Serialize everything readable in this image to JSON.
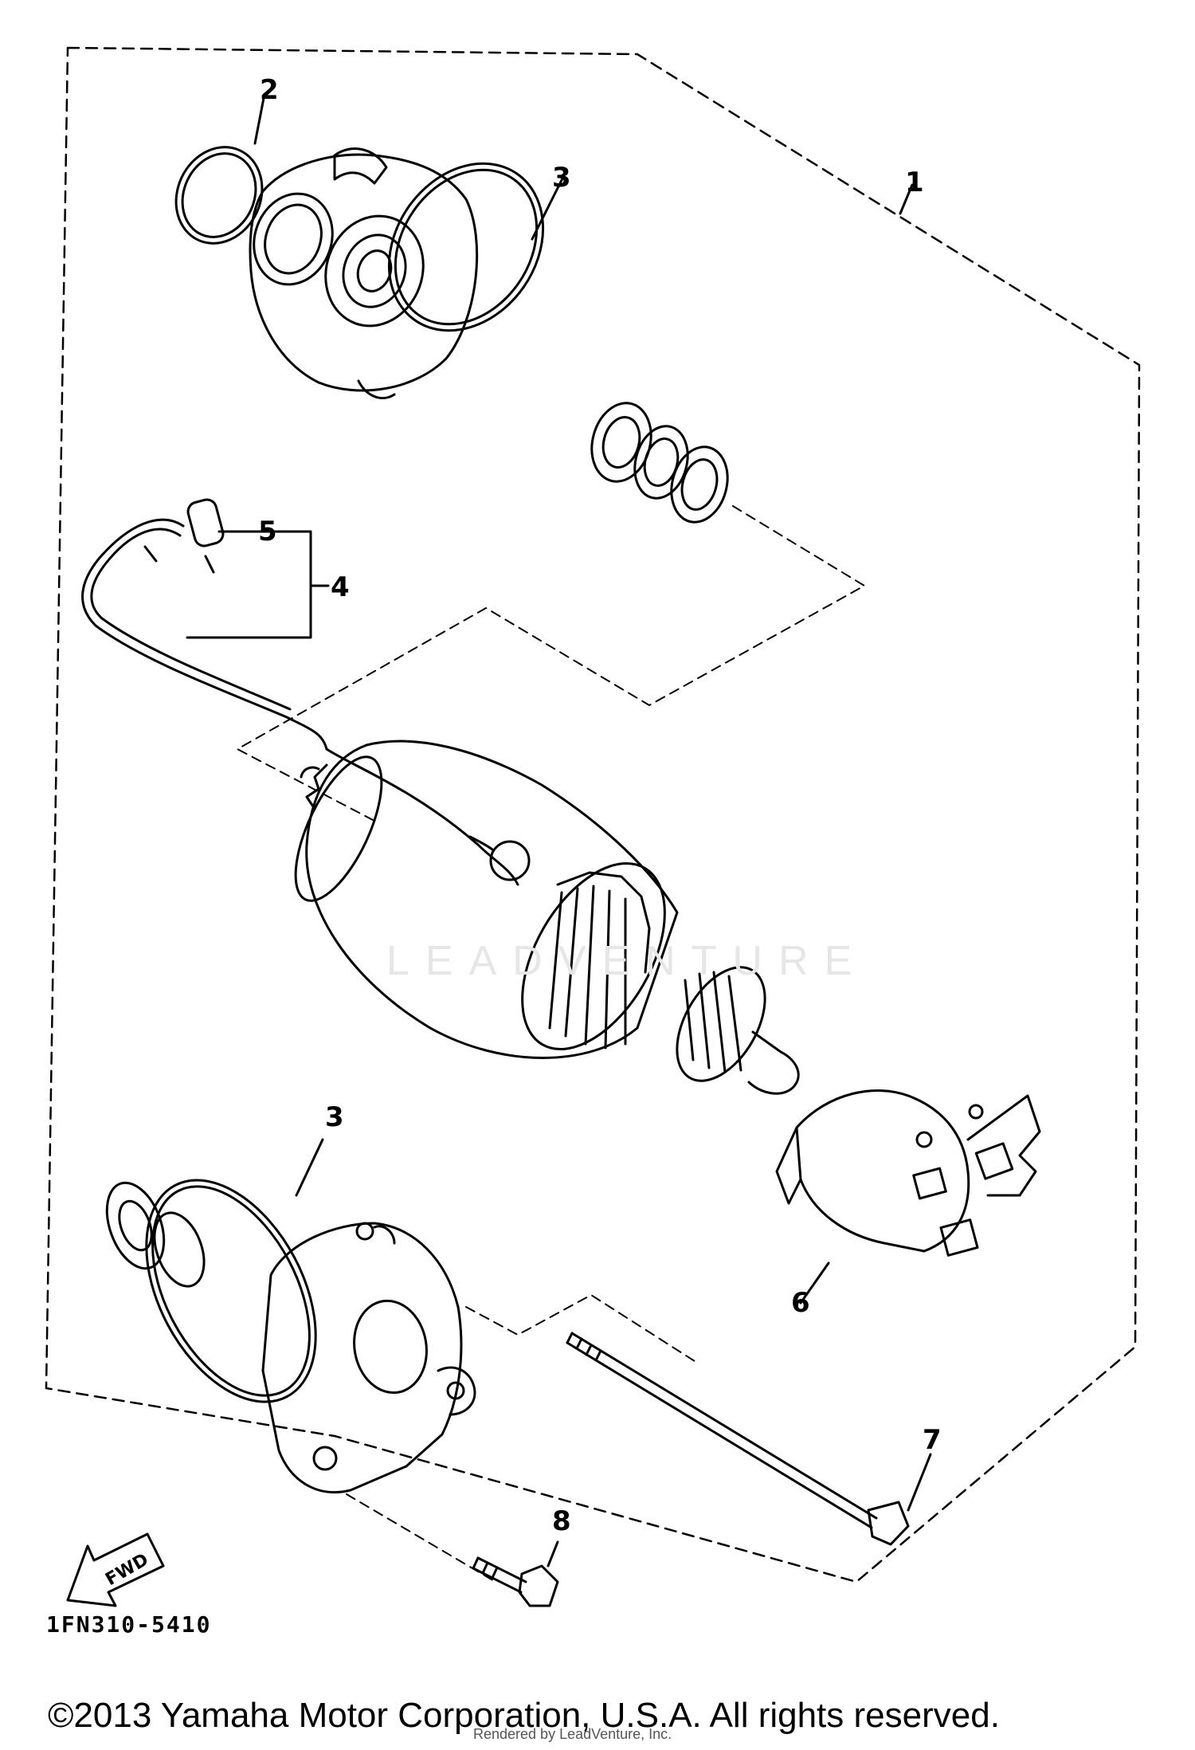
{
  "labels": {
    "part_1": "1",
    "part_2": "2",
    "part_3_top": "3",
    "part_3_bottom": "3",
    "part_4": "4",
    "part_5": "5",
    "part_6": "6",
    "part_7": "7",
    "part_8": "8"
  },
  "forward_arrow": "FWD",
  "ref_code": "1FN310-5410",
  "copyright": "©2013 Yamaha Motor Corporation, U.S.A. All rights reserved.",
  "rendered_by": "Rendered by LeadVenture, Inc.",
  "watermark": "LEADVENTURE",
  "colors": {
    "line": "#000000",
    "background": "#ffffff",
    "watermark": "#e6e6e6"
  }
}
